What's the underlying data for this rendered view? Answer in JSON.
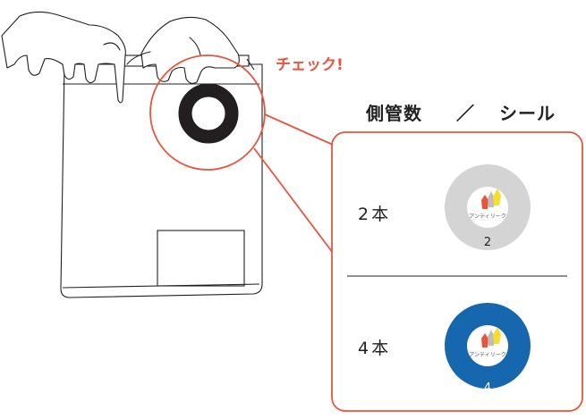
{
  "callout": {
    "label": "チェック!"
  },
  "legend": {
    "header_left": "側管数",
    "header_sep": "／",
    "header_right": "シール",
    "rows": [
      {
        "count_label": "2本",
        "seal_number": "2",
        "seal_brand": "アンティリーク",
        "seal_color": "#d4d4d4",
        "number_color": "#222222"
      },
      {
        "count_label": "4本",
        "seal_number": "4",
        "seal_brand": "アンティリーク",
        "seal_color": "#1667ad",
        "number_color": "#ffffff"
      }
    ]
  },
  "colors": {
    "accent": "#e8553d",
    "ring": "#231f20",
    "line": "#231f20",
    "seal_center": "#ffffff"
  }
}
